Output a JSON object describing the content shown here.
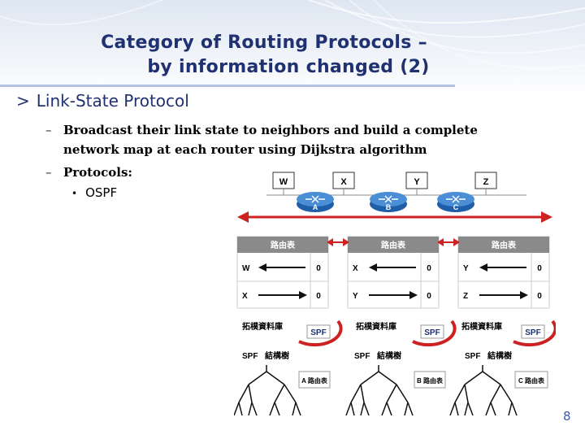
{
  "slide": {
    "title_line1": "Category of Routing Protocols –",
    "title_line2": "by information changed (2)",
    "bullet_marker": ">",
    "bullet": "Link-State Protocol",
    "dash_marker": "–",
    "sub1_line1": "Broadcast their link state to neighbors and build a complete",
    "sub1_line2": "network map at each router using Dijkstra algorithm",
    "sub2": "Protocols:",
    "dot_marker": "•",
    "sub3": "OSPF",
    "page_number": "8"
  },
  "diagram": {
    "networks": [
      "W",
      "X",
      "Y",
      "Z"
    ],
    "routers": [
      "A",
      "B",
      "C"
    ],
    "table_header": "路由表",
    "tables": [
      {
        "rows": [
          {
            "dest": "W",
            "cost": "0"
          },
          {
            "dest": "X",
            "cost": "0"
          }
        ]
      },
      {
        "rows": [
          {
            "dest": "X",
            "cost": "0"
          },
          {
            "dest": "Y",
            "cost": "0"
          }
        ]
      },
      {
        "rows": [
          {
            "dest": "Y",
            "cost": "0"
          },
          {
            "dest": "Z",
            "cost": "0"
          }
        ]
      }
    ],
    "topology_db_label": "拓樸資料庫",
    "spf_label": "SPF",
    "spf_tree_label": "結構樹",
    "routing_table_labels": [
      "A 路由表",
      "B 路由表",
      "C 路由表"
    ],
    "colors": {
      "title": "#1f3170",
      "arrow_red": "#cc2222",
      "header_gray": "#8a8a8a",
      "router_blue": "#2a6db5"
    }
  }
}
